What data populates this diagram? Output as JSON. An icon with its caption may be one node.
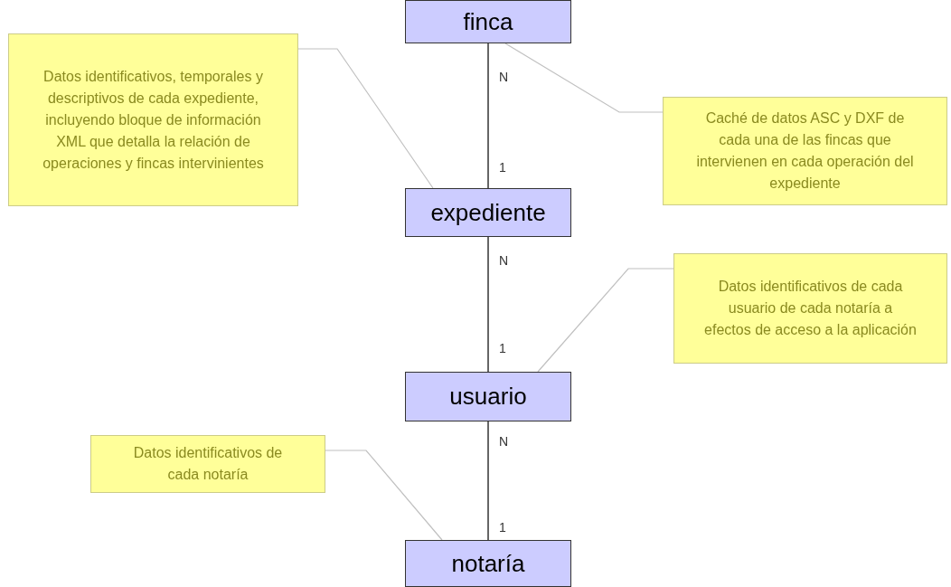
{
  "diagram": {
    "nodes": [
      {
        "text": [
          "finca"
        ]
      },
      {
        "text": [
          "Datos identificativos, temporales y descriptivos de cada expediente, incluyendo bloque de información XML que detalla la relación de operaciones y fincas intervinientes"
        ]
      },
      {
        "text": [
          "Caché de datos ASC y DXF de cada una de las fincas que intervienen en cada operación del expediente"
        ]
      },
      {
        "text": [
          "expediente"
        ]
      },
      {
        "text": [
          "Datos identificativos de cada usuario de cada notaría a efectos de acceso a la aplicación"
        ]
      },
      {
        "text": [
          "usuario"
        ]
      },
      {
        "text": [
          "Datos identificativos de cada notaría"
        ]
      },
      {
        "text": [
          "notaría"
        ]
      }
    ],
    "edges": [
      {
        "from": 0,
        "to": 3,
        "arrow": "none",
        "color": "#333333"
      },
      {
        "from": 3,
        "to": 5,
        "arrow": "none",
        "color": "#333333"
      },
      {
        "from": 5,
        "to": 7,
        "arrow": "none",
        "color": "#333333"
      },
      {
        "from": 1,
        "to": 3,
        "arrow": "none"
      },
      {
        "from": 2,
        "to": 0,
        "arrow": "none"
      },
      {
        "from": 4,
        "to": 5,
        "arrow": "none"
      },
      {
        "from": 6,
        "to": 7,
        "arrow": "none"
      }
    ],
    "labels": [
      "N",
      "1",
      "N",
      "1",
      "N",
      "1"
    ]
  }
}
